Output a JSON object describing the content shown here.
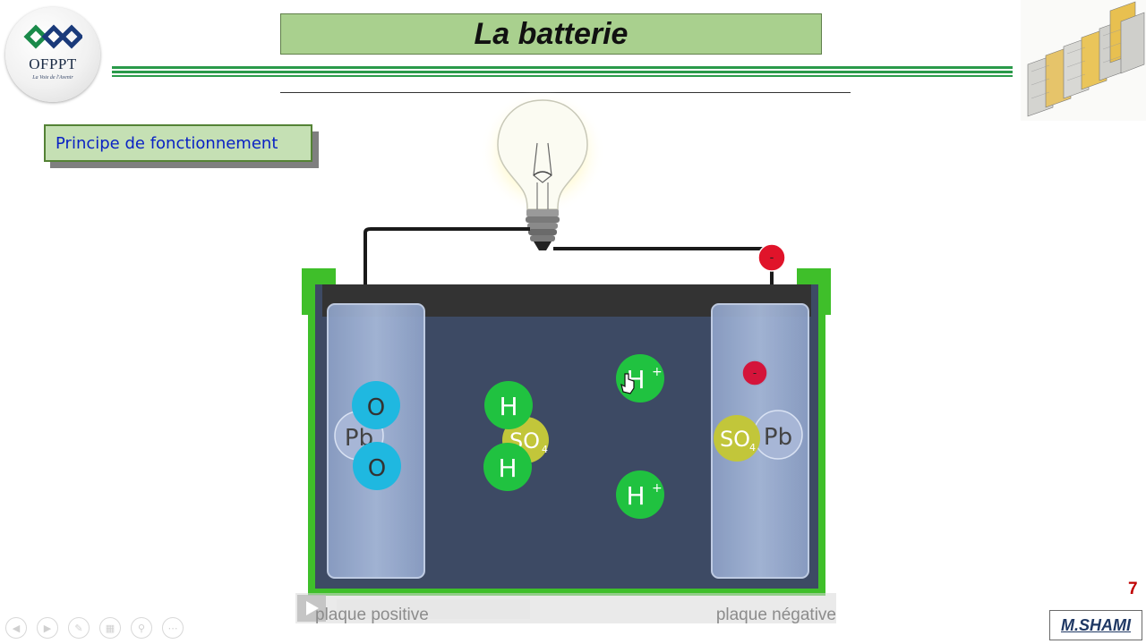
{
  "logo": {
    "name": "OFPPT",
    "tagline": "La Voie de l'Avenir"
  },
  "slide": {
    "title": "La batterie",
    "section": "Principe de fonctionnement",
    "page_number": "7",
    "author": "M.SHAMI"
  },
  "video": {
    "label_left": "plaque positive",
    "label_right": "plaque négative",
    "atoms": {
      "o": "O",
      "pb": "Pb",
      "h": "H",
      "so": "SO",
      "so_sub": "4",
      "hplus": "H",
      "plus": "+",
      "minus": "-"
    }
  },
  "colors": {
    "title_bg": "#a9d08e",
    "section_bg": "#c5e0b4",
    "section_text": "#0a22c4",
    "rule_green": "#2a9a4a",
    "battery_green": "#3fbf2a",
    "electrolyte": "#3d4a64",
    "page_number": "#c00000",
    "author": "#1f3864"
  },
  "nav_icons": [
    "prev-icon",
    "next-icon",
    "pen-icon",
    "slides-icon",
    "zoom-icon",
    "more-icon"
  ]
}
